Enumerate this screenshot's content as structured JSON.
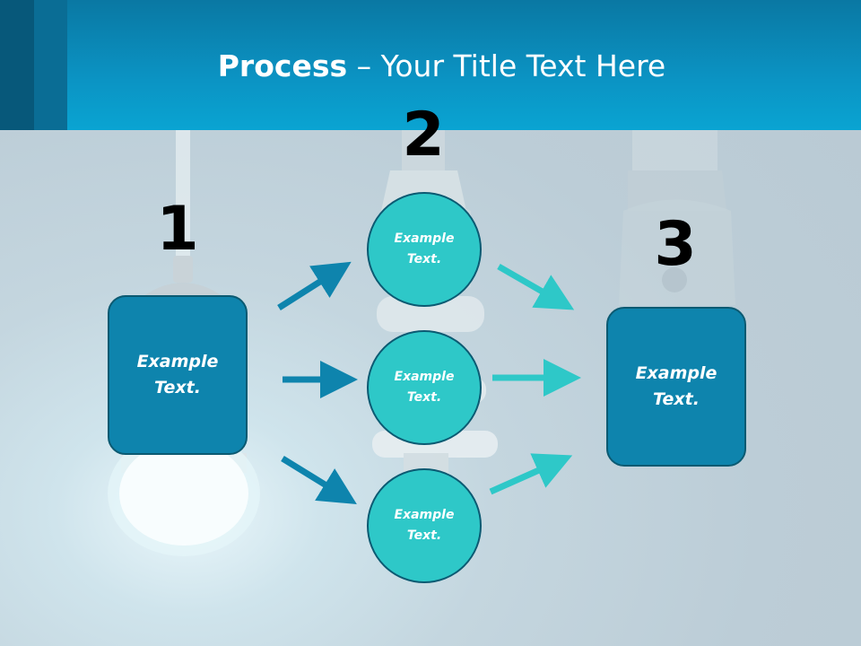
{
  "title": {
    "bold": "Process",
    "rest": " – Your Title Text Here"
  },
  "steps": [
    {
      "number": "1",
      "text": "Example Text."
    },
    {
      "number": "2"
    },
    {
      "number": "3",
      "text": "Example Text."
    }
  ],
  "circles": [
    {
      "text": "Example Text."
    },
    {
      "text": "Example Text."
    },
    {
      "text": "Example Text."
    }
  ],
  "colors": {
    "header": "#0b93c3",
    "box_fill": "#0e84ad",
    "circle_fill": "#2ec8c8",
    "arrow_left": "#0e84ad",
    "arrow_right": "#2ec8c8",
    "outline": "#0b5a72"
  }
}
